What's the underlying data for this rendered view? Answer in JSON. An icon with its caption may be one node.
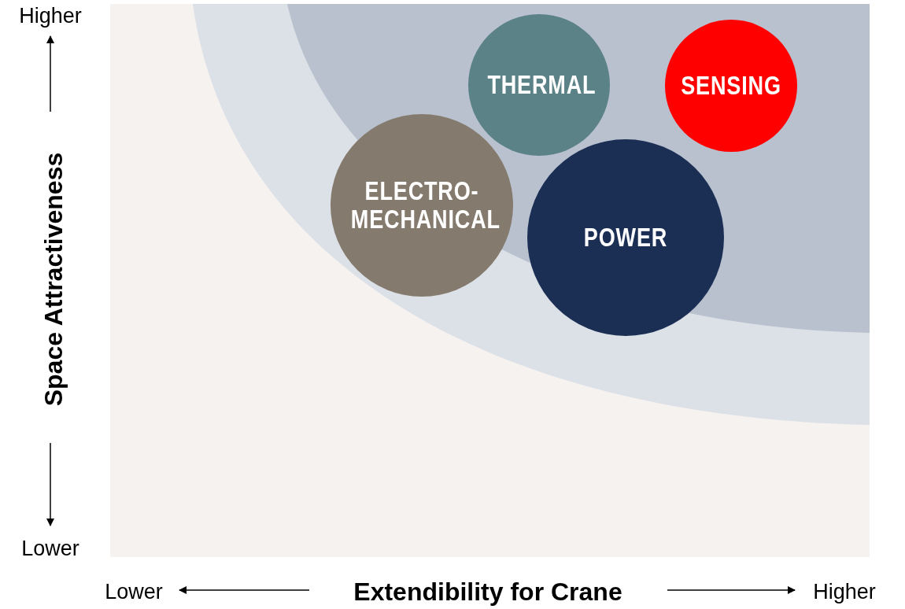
{
  "diagram": {
    "nodes": [
      {
        "text": [
          "THERMAL"
        ]
      },
      {
        "text": [
          "SENSING"
        ]
      },
      {
        "text": [
          "ELECTRO- MECHANICAL"
        ]
      },
      {
        "text": [
          "POWER"
        ]
      }
    ],
    "labels": [
      "Higher",
      "Space Attractiveness",
      "Lower",
      "Lower",
      "Extendibility for Crane",
      "Higher"
    ]
  }
}
